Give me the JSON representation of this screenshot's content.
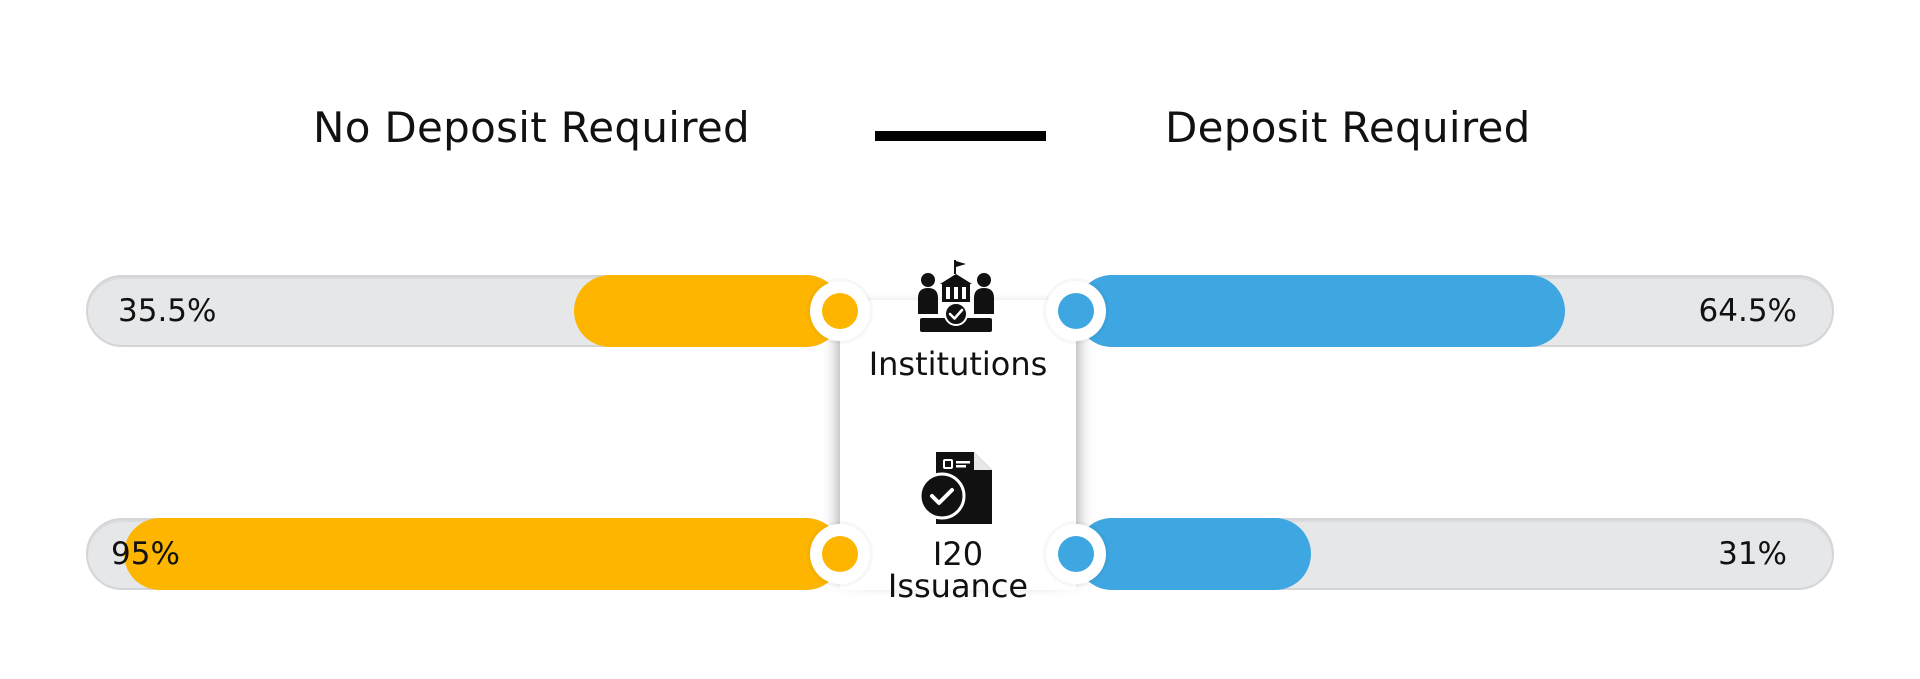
{
  "header": {
    "left": "No Deposit Required",
    "right": "Deposit Required"
  },
  "colors": {
    "left_series": "#FDB500",
    "right_series": "#3EA6E0",
    "track": "#E6E7E9"
  },
  "chart_data": {
    "type": "bar",
    "categories": [
      "Institutions",
      "I20 Issuance"
    ],
    "series": [
      {
        "name": "No Deposit Required",
        "values": [
          35.5,
          95
        ],
        "labels": [
          "35.5%",
          "95%"
        ]
      },
      {
        "name": "Deposit Required",
        "values": [
          64.5,
          31
        ],
        "labels": [
          "64.5%",
          "31%"
        ]
      }
    ],
    "ylim": [
      0,
      100
    ]
  },
  "icons": [
    "institution-icon",
    "document-check-icon"
  ]
}
